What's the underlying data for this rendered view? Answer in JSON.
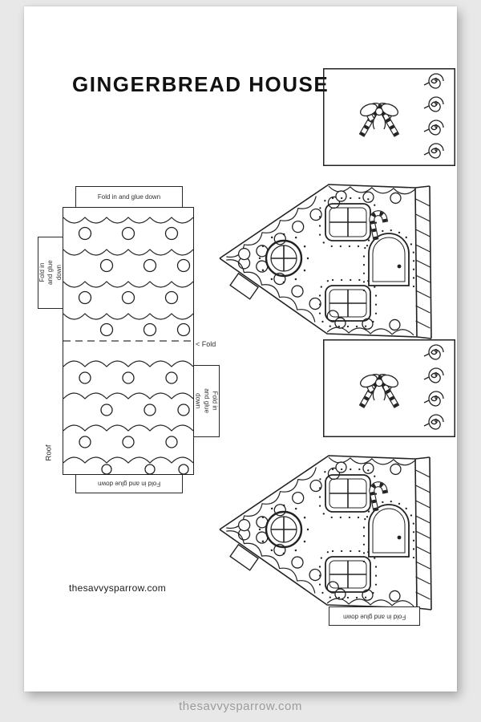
{
  "page": {
    "title": "GINGERBREAD HOUSE",
    "watermark": "thesavvysparrow.com"
  },
  "footer": {
    "site_url": "thesavvysparrow.com"
  },
  "roof_template": {
    "part_label": "Roof",
    "fold_label": "< Fold",
    "tab_top": "Fold in and glue  down",
    "tab_left": "Fold in and glue down",
    "tab_right": "Fold in and glue  down",
    "tab_bottom": "Fold in and glue  down"
  },
  "house_template": {
    "tab_bottom": "Fold in and glue  down"
  },
  "colors": {
    "ink": "#222222",
    "paper": "#ffffff",
    "backdrop": "#e8e8e8",
    "footer_text": "#9b9b9b"
  }
}
